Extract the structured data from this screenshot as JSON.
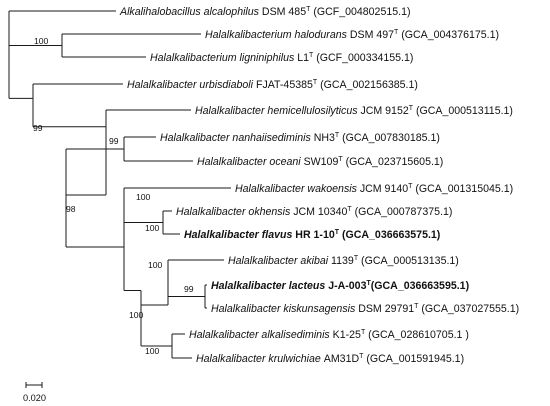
{
  "tree": {
    "taxa": [
      {
        "id": "t1",
        "species": "Alkalihalobacillus alcalophilus",
        "strain": "DSM 485",
        "type_strain": true,
        "accession": "(GCF_004802515.1)",
        "bold": false
      },
      {
        "id": "t2",
        "species": "Halalkalibacterium halodurans",
        "strain": "DSM 497",
        "type_strain": true,
        "accession": "(GCA_004376175.1)",
        "bold": false
      },
      {
        "id": "t3",
        "species": "Halalkalibacterium ligniniphilus",
        "strain": "L1",
        "type_strain": true,
        "accession": "(GCF_000334155.1)",
        "bold": false
      },
      {
        "id": "t4",
        "species": "Halalkalibacter urbisdiaboli",
        "strain": "FJAT-45385",
        "type_strain": true,
        "accession": "(GCA_002156385.1)",
        "bold": false
      },
      {
        "id": "t5",
        "species": "Halalkalibacter hemicellulosilyticus",
        "strain": "JCM 9152",
        "type_strain": true,
        "accession": "(GCA_000513115.1)",
        "bold": false
      },
      {
        "id": "t6",
        "species": "Halalkalibacter nanhaiisediminis",
        "strain": "NH3",
        "type_strain": true,
        "accession": "(GCA_007830185.1)",
        "bold": false
      },
      {
        "id": "t7",
        "species": "Halalkalibacter oceani",
        "strain": "SW109",
        "type_strain": true,
        "accession": "(GCA_023715605.1)",
        "bold": false
      },
      {
        "id": "t8",
        "species": "Halalkalibacter wakoensis",
        "strain": "JCM 9140",
        "type_strain": true,
        "accession": "(GCA_001315045.1)",
        "bold": false
      },
      {
        "id": "t9",
        "species": "Halalkalibacter okhensis",
        "strain": "JCM 10340",
        "type_strain": true,
        "accession": "(GCA_000787375.1)",
        "bold": false
      },
      {
        "id": "t10",
        "species": "Halalkalibacter flavus",
        "strain": "HR 1-10",
        "type_strain": true,
        "accession": "(GCA_036663575.1)",
        "bold": true
      },
      {
        "id": "t11",
        "species": "Halalkalibacter akibai",
        "strain": "1139",
        "type_strain": true,
        "accession": "(GCA_000513135.1)",
        "bold": false
      },
      {
        "id": "t12",
        "species": "Halalkalibacter lacteus",
        "strain": "J-A-003",
        "type_strain": true,
        "accession": "(GCA_036663595.1)",
        "bold": true
      },
      {
        "id": "t13",
        "species": "Halalkalibacter kiskunsagensis",
        "strain": "DSM 29791",
        "type_strain": true,
        "accession": "(GCA_037027555.1)",
        "bold": false
      },
      {
        "id": "t14",
        "species": "Halalkalibacter alkalisediminis",
        "strain": "K1-25",
        "type_strain": true,
        "accession": "(GCA_028610705.1 )",
        "bold": false
      },
      {
        "id": "t15",
        "species": "Halalkalibacter krulwichiae",
        "strain": "AM31D",
        "type_strain": true,
        "accession": "(GCA_001591945.1)",
        "bold": false
      }
    ],
    "type_strain_marker": "T",
    "bootstrap_values": [
      "100",
      "99",
      "99",
      "98",
      "100",
      "100",
      "100",
      "99",
      "100",
      "100"
    ],
    "scale_bar": {
      "label": "0.020",
      "value": 0.02
    }
  }
}
